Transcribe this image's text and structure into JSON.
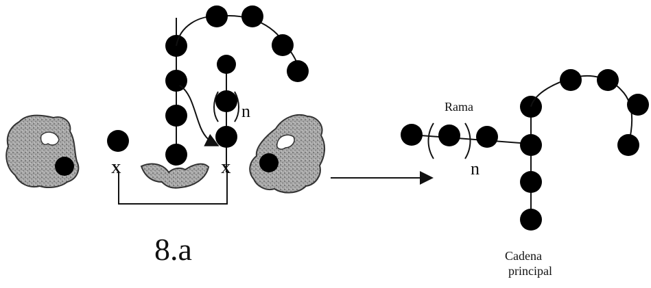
{
  "figure_label": "8.a",
  "left": {
    "repeat_subscript": "n",
    "site_marker_left": "X",
    "site_marker_right": "X"
  },
  "right": {
    "branch_label": "Rama",
    "repeat_subscript": "n",
    "main_chain_label_line1": "Cadena",
    "main_chain_label_line2": "principal"
  },
  "colors": {
    "bead": "#000000",
    "enzyme_fill": "#9a9a9a",
    "line": "#111111"
  },
  "icons": [
    "enzyme-blob-icon",
    "reaction-arrow-icon",
    "sugar-bead-icon"
  ]
}
